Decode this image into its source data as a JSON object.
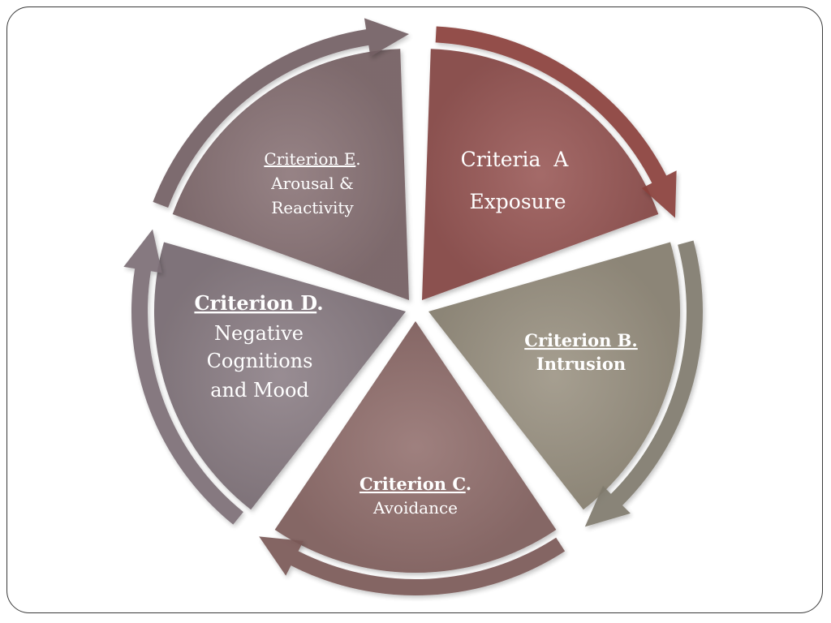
{
  "diagram": {
    "segments": [
      {
        "id": "a",
        "title": "Criteria  A",
        "subtitle": "Exposure",
        "color": "#9a5a58",
        "arrow_color": "#8a3f3a"
      },
      {
        "id": "b",
        "title": "Criterion B.",
        "subtitle": "Intrusion",
        "color": "#9c9484",
        "arrow_color": "#7f7a6d"
      },
      {
        "id": "c",
        "title": "Criterion C",
        "title_suffix": ".",
        "subtitle": "Avoidance",
        "color": "#947270",
        "arrow_color": "#7a5856"
      },
      {
        "id": "d",
        "title": "Criterion D",
        "title_suffix": ".",
        "line2": "Negative",
        "line3": "Cognitions",
        "line4": "and Mood",
        "color": "#8d8087",
        "arrow_color": "#7b6e76"
      },
      {
        "id": "e",
        "title": "Criterion E",
        "title_suffix": ".",
        "line2": "Arousal &",
        "line3": "Reactivity",
        "color": "#8b7478",
        "arrow_color": "#735e64"
      }
    ],
    "text_color": "#ffffff",
    "background_color": "#ffffff",
    "frame_color": "#3a3a3a"
  }
}
